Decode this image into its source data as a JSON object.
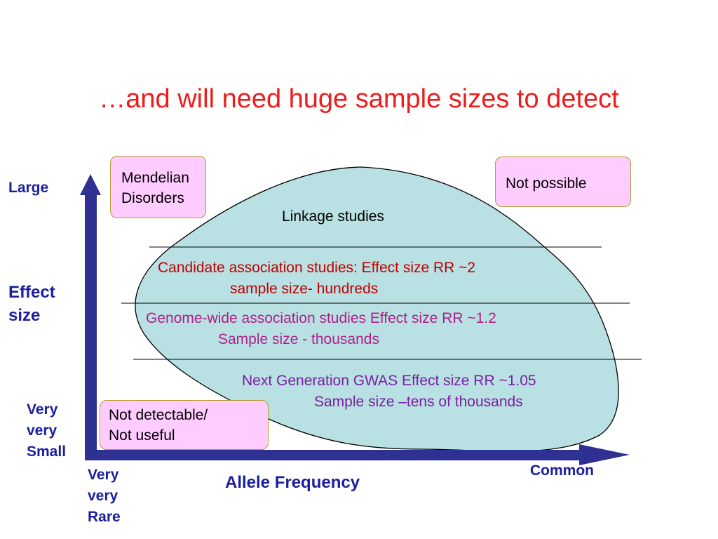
{
  "title": "…and will need huge sample sizes to detect",
  "y_axis": {
    "top": "Large",
    "middle": [
      "Effect",
      "size"
    ],
    "bottom": [
      "Very",
      "very",
      "Small"
    ]
  },
  "x_axis": {
    "left": [
      "Very",
      "very",
      "Rare"
    ],
    "title": "Allele Frequency",
    "right": "Common"
  },
  "boxes": {
    "mendelian": [
      "Mendelian",
      "Disorders"
    ],
    "not_possible": "Not possible",
    "not_detectable": [
      "Not detectable/",
      "Not useful"
    ]
  },
  "zones": {
    "linkage": "Linkage studies",
    "candidate": [
      "Candidate association studies: Effect size RR ~2",
      "sample size- hundreds"
    ],
    "gwas": [
      "Genome-wide association studies Effect size RR ~1.2",
      "Sample size - thousands"
    ],
    "nextgen": [
      "Next Generation GWAS Effect size RR ~1.05",
      "Sample size –tens of thousands"
    ]
  },
  "colors": {
    "title": "#ee1c1c",
    "axis": "#2e3192",
    "axis_text": "#1b1f9c",
    "blob_fill": "#b9e0e2",
    "box_fill": "#ffccff",
    "candidate_text": "#c00000",
    "gwas_text": "#b0208a",
    "nextgen_text": "#7a1fa2"
  }
}
